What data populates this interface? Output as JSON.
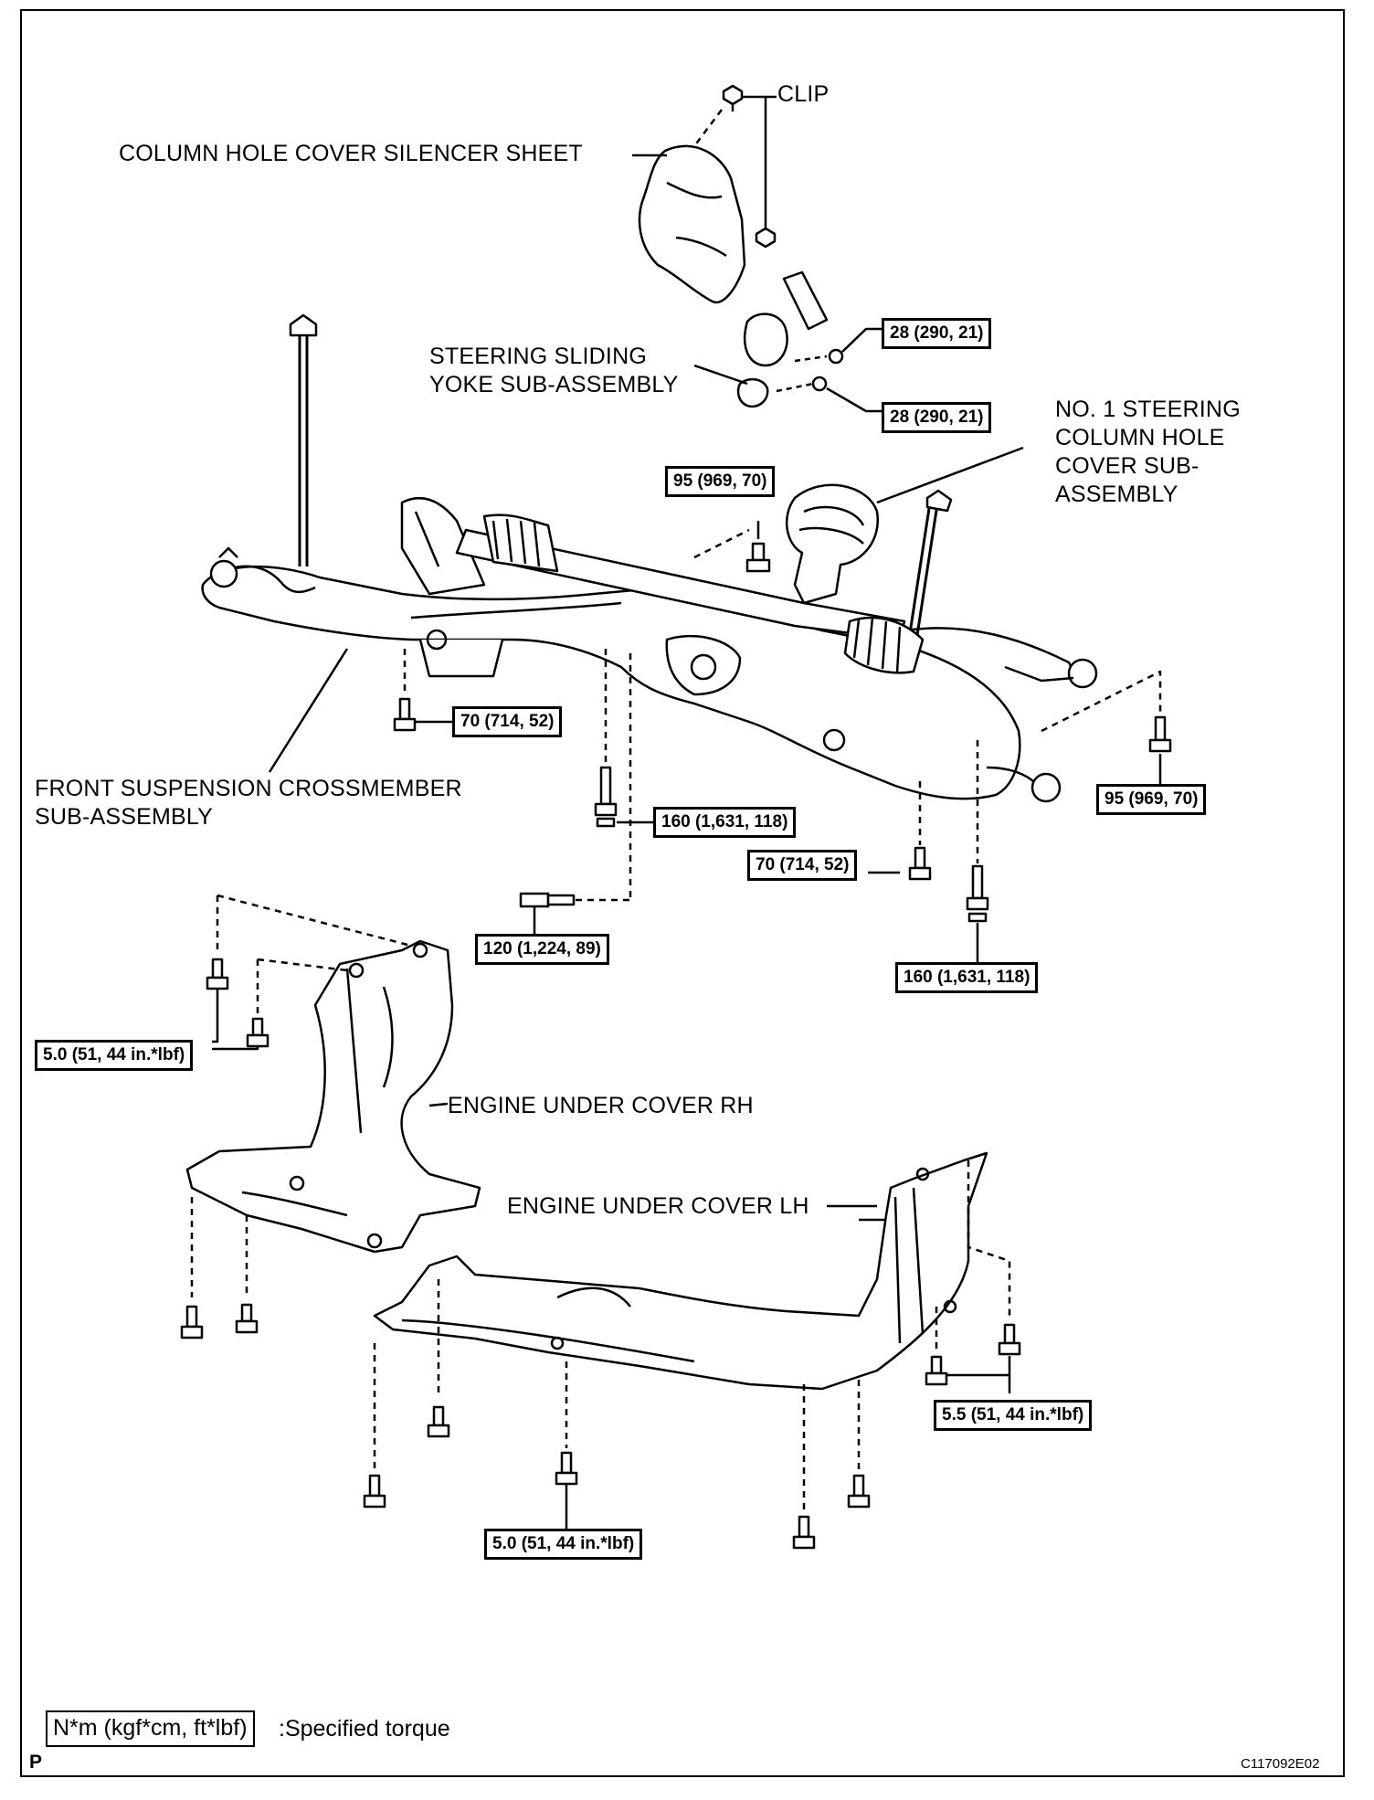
{
  "labels": {
    "clip": "CLIP",
    "column_hole_cover_silencer_sheet": "COLUMN HOLE COVER SILENCER SHEET",
    "steering_sliding_yoke": "STEERING SLIDING\nYOKE SUB-ASSEMBLY",
    "no1_steering_column_hole_cover": "NO. 1 STEERING\nCOLUMN HOLE\nCOVER SUB-\nASSEMBLY",
    "front_suspension_crossmember": "FRONT SUSPENSION CROSSMEMBER\nSUB-ASSEMBLY",
    "engine_under_cover_rh": "ENGINE UNDER COVER RH",
    "engine_under_cover_lh": "ENGINE UNDER COVER LH"
  },
  "torques": {
    "yoke_upper": "28 (290, 21)",
    "yoke_lower": "28 (290, 21)",
    "column_cover_bolt": "95 (969, 70)",
    "crossmember_left": "70 (714, 52)",
    "crossmember_center": "160 (1,631, 118)",
    "crossmember_right_center": "70 (714, 52)",
    "rear_bolt": "120 (1,224, 89)",
    "crossmember_right": "160 (1,631, 118)",
    "stabilizer_right": "95 (969, 70)",
    "under_cover_rh": "5.0 (51, 44 in.*lbf)",
    "under_cover_lh": "5.5 (51, 44 in.*lbf)",
    "under_cover_bottom": "5.0 (51, 44 in.*lbf)"
  },
  "legend": {
    "unit_box": "N*m (kgf*cm, ft*lbf)",
    "text": ":Specified torque"
  },
  "footer": {
    "page_letter": "P",
    "figure_code": "C117092E02"
  }
}
